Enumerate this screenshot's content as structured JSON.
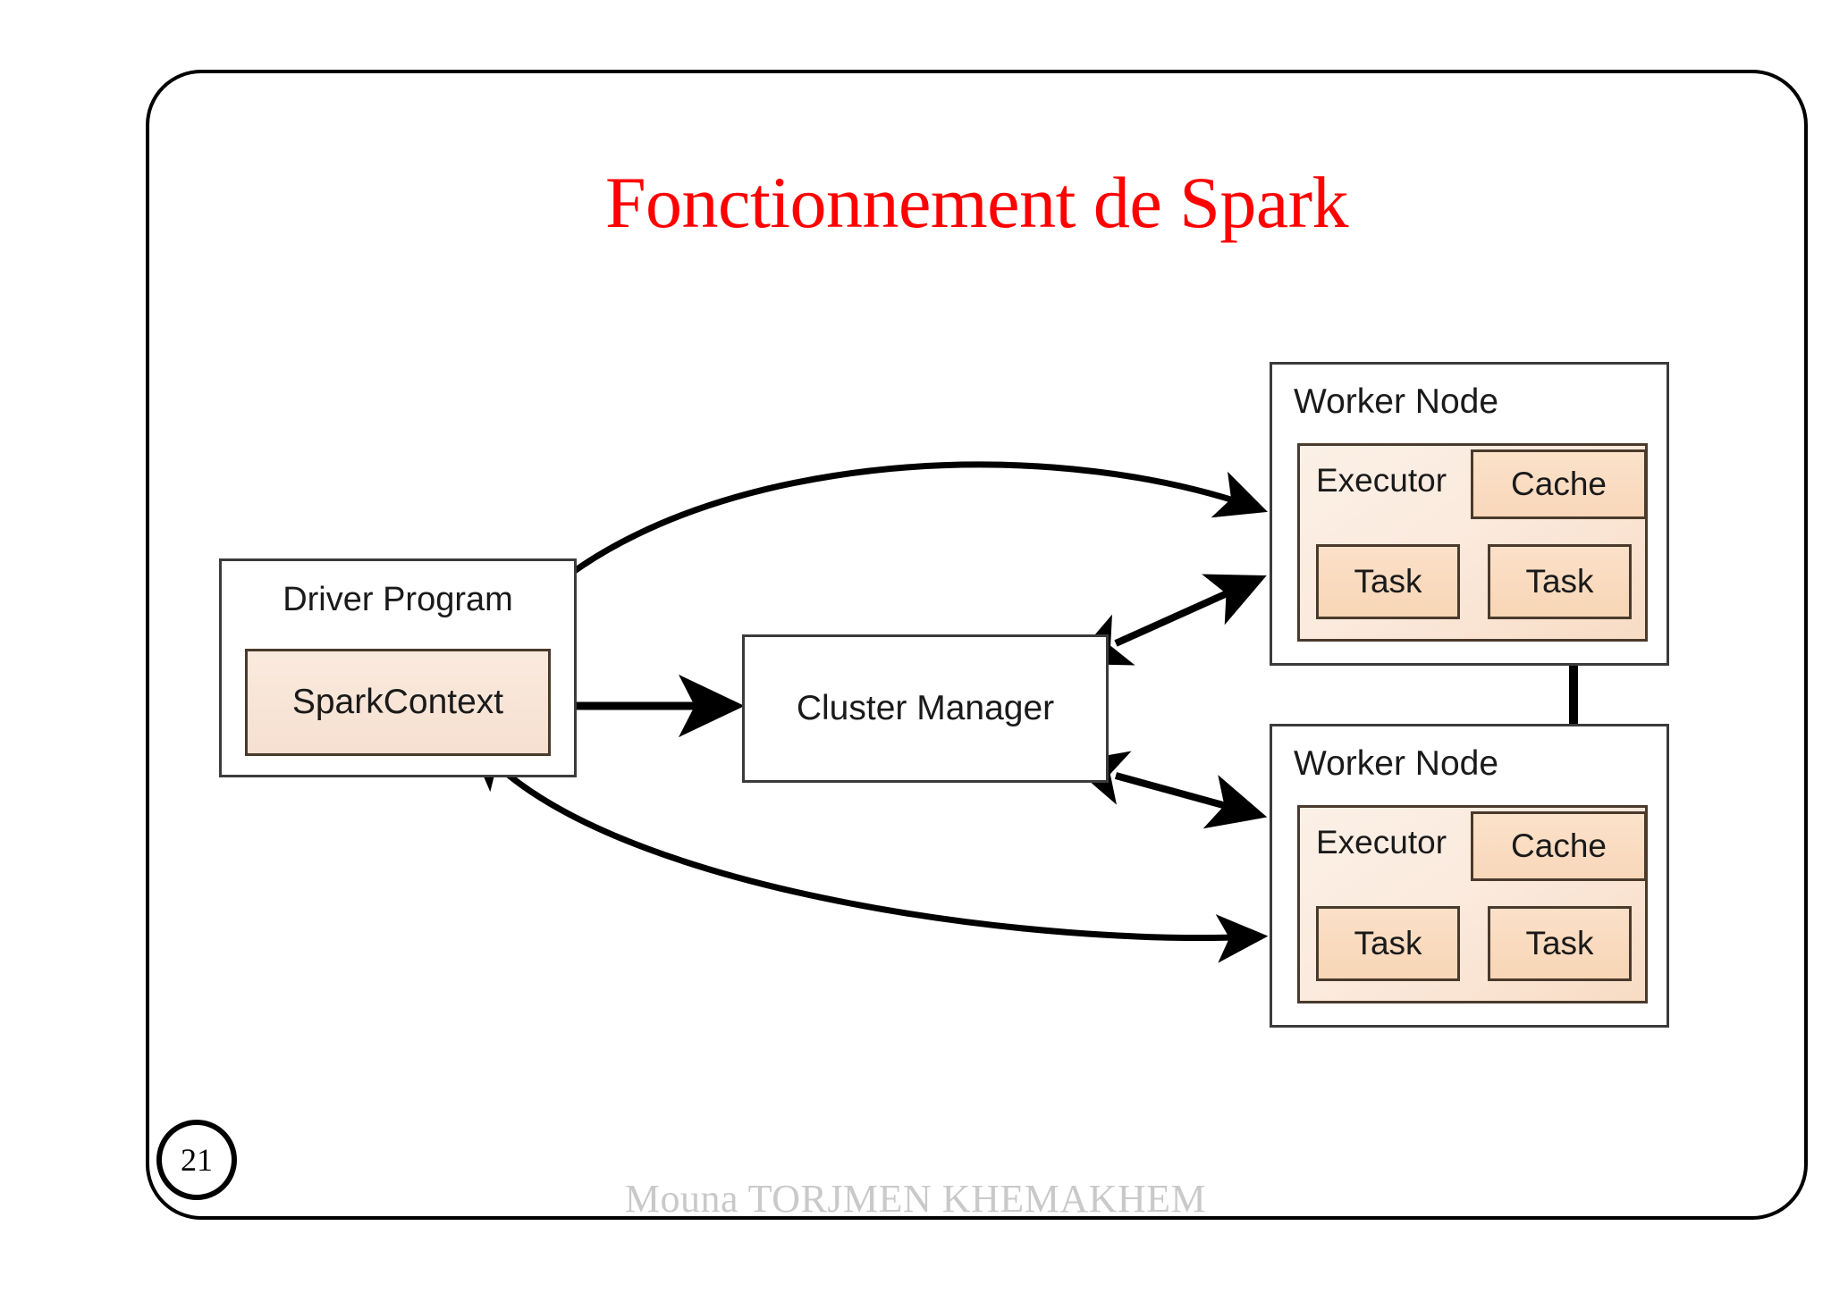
{
  "slide": {
    "title": "Fonctionnement de Spark",
    "title_color": "#ff0000",
    "page_number": "21",
    "footer_author": "Mouna TORJMEN KHEMAKHEM",
    "footer_color": "#c9c9c9",
    "border_color": "#000000",
    "background": "#ffffff"
  },
  "diagram": {
    "driver_program": {
      "label": "Driver Program",
      "spark_context": "SparkContext",
      "fill": "#f7e2d2",
      "stroke": "#4a3a2c"
    },
    "cluster_manager": {
      "label": "Cluster Manager",
      "fill": "#ffffff",
      "stroke": "#3b3b3b"
    },
    "worker_nodes": [
      {
        "label": "Worker Node",
        "executor": "Executor",
        "cache": "Cache",
        "tasks": [
          "Task",
          "Task"
        ]
      },
      {
        "label": "Worker Node",
        "executor": "Executor",
        "cache": "Cache",
        "tasks": [
          "Task",
          "Task"
        ]
      }
    ],
    "connector_color": "#000000",
    "connectors": [
      "sparkcontext-to-worker-node-1",
      "sparkcontext-to-cluster-manager",
      "cluster-manager-to-worker-node-1",
      "cluster-manager-to-worker-node-2",
      "sparkcontext-to-worker-node-2",
      "worker-node-1-to-worker-node-2"
    ]
  }
}
